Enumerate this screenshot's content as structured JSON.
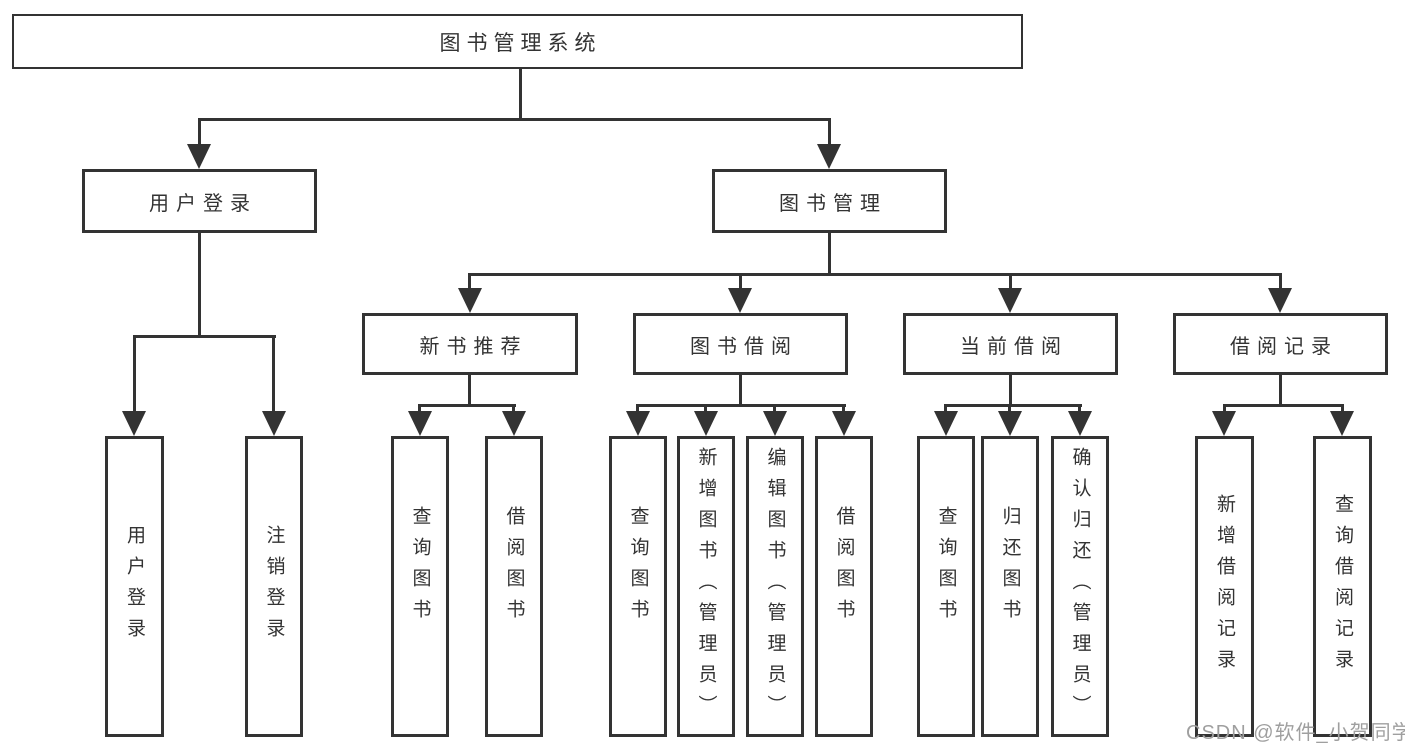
{
  "tree": {
    "root": {
      "label": "图书管理系统"
    },
    "branches": [
      {
        "label": "用户登录",
        "children": [
          {
            "label": "用户登录"
          },
          {
            "label": "注销登录"
          }
        ]
      },
      {
        "label": "图书管理",
        "children": [
          {
            "label": "新书推荐",
            "children": [
              {
                "label": "查询图书"
              },
              {
                "label": "借阅图书"
              }
            ]
          },
          {
            "label": "图书借阅",
            "children": [
              {
                "label": "查询图书"
              },
              {
                "label": "新增图书（管理员）"
              },
              {
                "label": "编辑图书（管理员）"
              },
              {
                "label": "借阅图书"
              }
            ]
          },
          {
            "label": "当前借阅",
            "children": [
              {
                "label": "查询图书"
              },
              {
                "label": "归还图书"
              },
              {
                "label": "确认归还（管理员）"
              }
            ]
          },
          {
            "label": "借阅记录",
            "children": [
              {
                "label": "新增借阅记录"
              },
              {
                "label": "查询借阅记录"
              }
            ]
          }
        ]
      }
    ]
  },
  "watermark": {
    "text": "CSDN @软件_小贺同学"
  },
  "colors": {
    "line": "#333333",
    "box_border": "#333333",
    "box_fill": "#ffffff",
    "text": "#333333",
    "watermark": "#9f9f9f",
    "background": "#ffffff"
  }
}
